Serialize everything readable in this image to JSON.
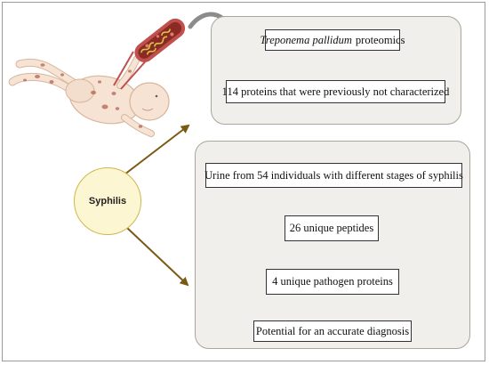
{
  "center_node": {
    "label": "Syphilis"
  },
  "top_flow": {
    "title_italic": "Treponema pallidum",
    "title_rest": "proteomics",
    "finding": "114 proteins that were previously not characterized"
  },
  "bottom_flow": {
    "steps": [
      "Urine from 54 individuals with different stages of syphilis",
      "26 unique peptides",
      "4 unique pathogen proteins",
      "Potential for an accurate diagnosis"
    ]
  },
  "illustration": {
    "name": "infant-with-syphilis-rash",
    "detail": "blood-vessel-with-treponema"
  },
  "colors": {
    "arrow": "#7a5a12",
    "panel_bg": "#f0efeb",
    "circle_fill": "#fdf6d2",
    "circle_border": "#d0b64a"
  }
}
